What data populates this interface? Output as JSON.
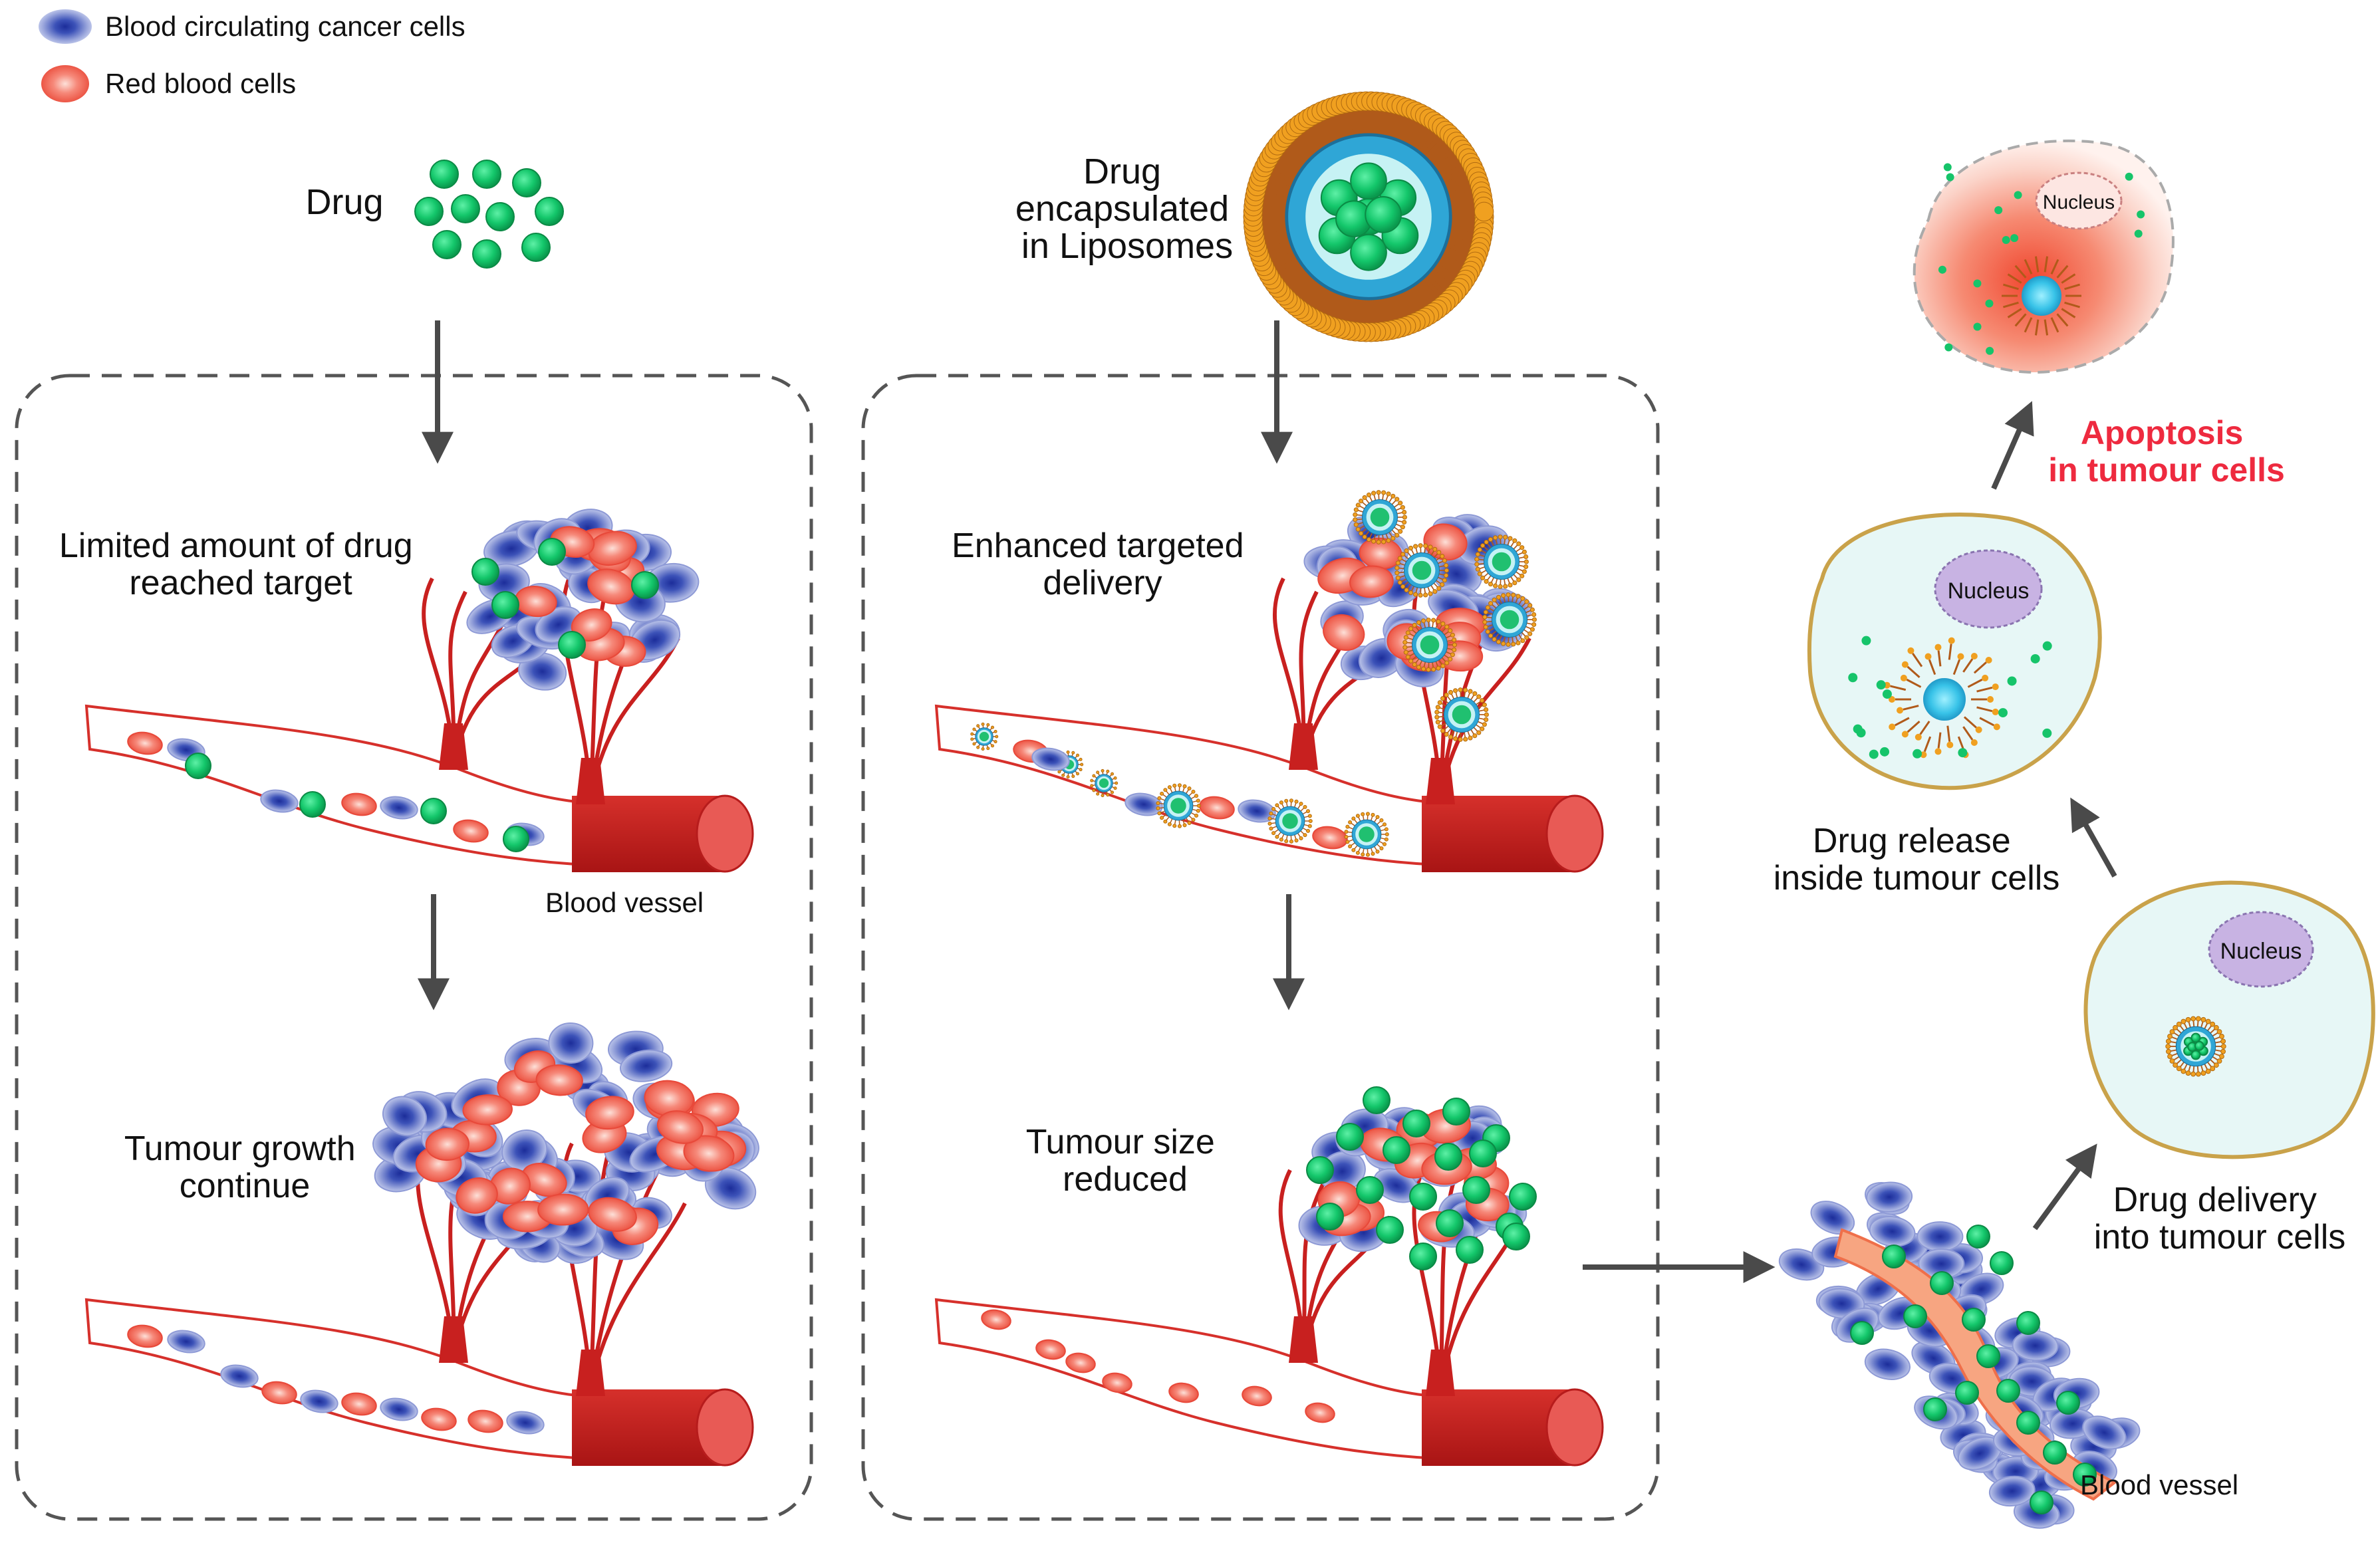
{
  "legend": {
    "items": [
      {
        "label": "Blood circulating cancer cells",
        "kind": "cancer"
      },
      {
        "label": "Red blood cells",
        "kind": "rbc"
      }
    ]
  },
  "free_drug": {
    "title": "Drug",
    "scenario_label": [
      "Limited amount of drug",
      "reached target"
    ],
    "outcome_label": [
      "Tumour growth",
      "continue"
    ],
    "vessel_label": "Blood vessel"
  },
  "liposome_drug": {
    "title": [
      "Drug",
      "encapsulated",
      "in Liposomes"
    ],
    "scenario_label": [
      "Enhanced targeted",
      "delivery"
    ],
    "outcome_label": [
      "Tumour size",
      "reduced"
    ]
  },
  "cell_pathway": {
    "delivery_label": [
      "Drug delivery",
      "into tumour cells"
    ],
    "release_label": [
      "Drug release",
      "inside tumour cells"
    ],
    "apoptosis_label": [
      "Apoptosis",
      "in tumour cells"
    ],
    "nucleus_label": "Nucleus",
    "vessel_label": "Blood vessel"
  },
  "colors": {
    "drug": "#16c46a",
    "vessel": "#c8201f",
    "cancer": "#3a49a8",
    "rbc": "#f05a48",
    "apoptosis_text": "#ee2a3f",
    "cytoplasm": "#e7f7f6",
    "nucleus": "#c8b3e3"
  }
}
